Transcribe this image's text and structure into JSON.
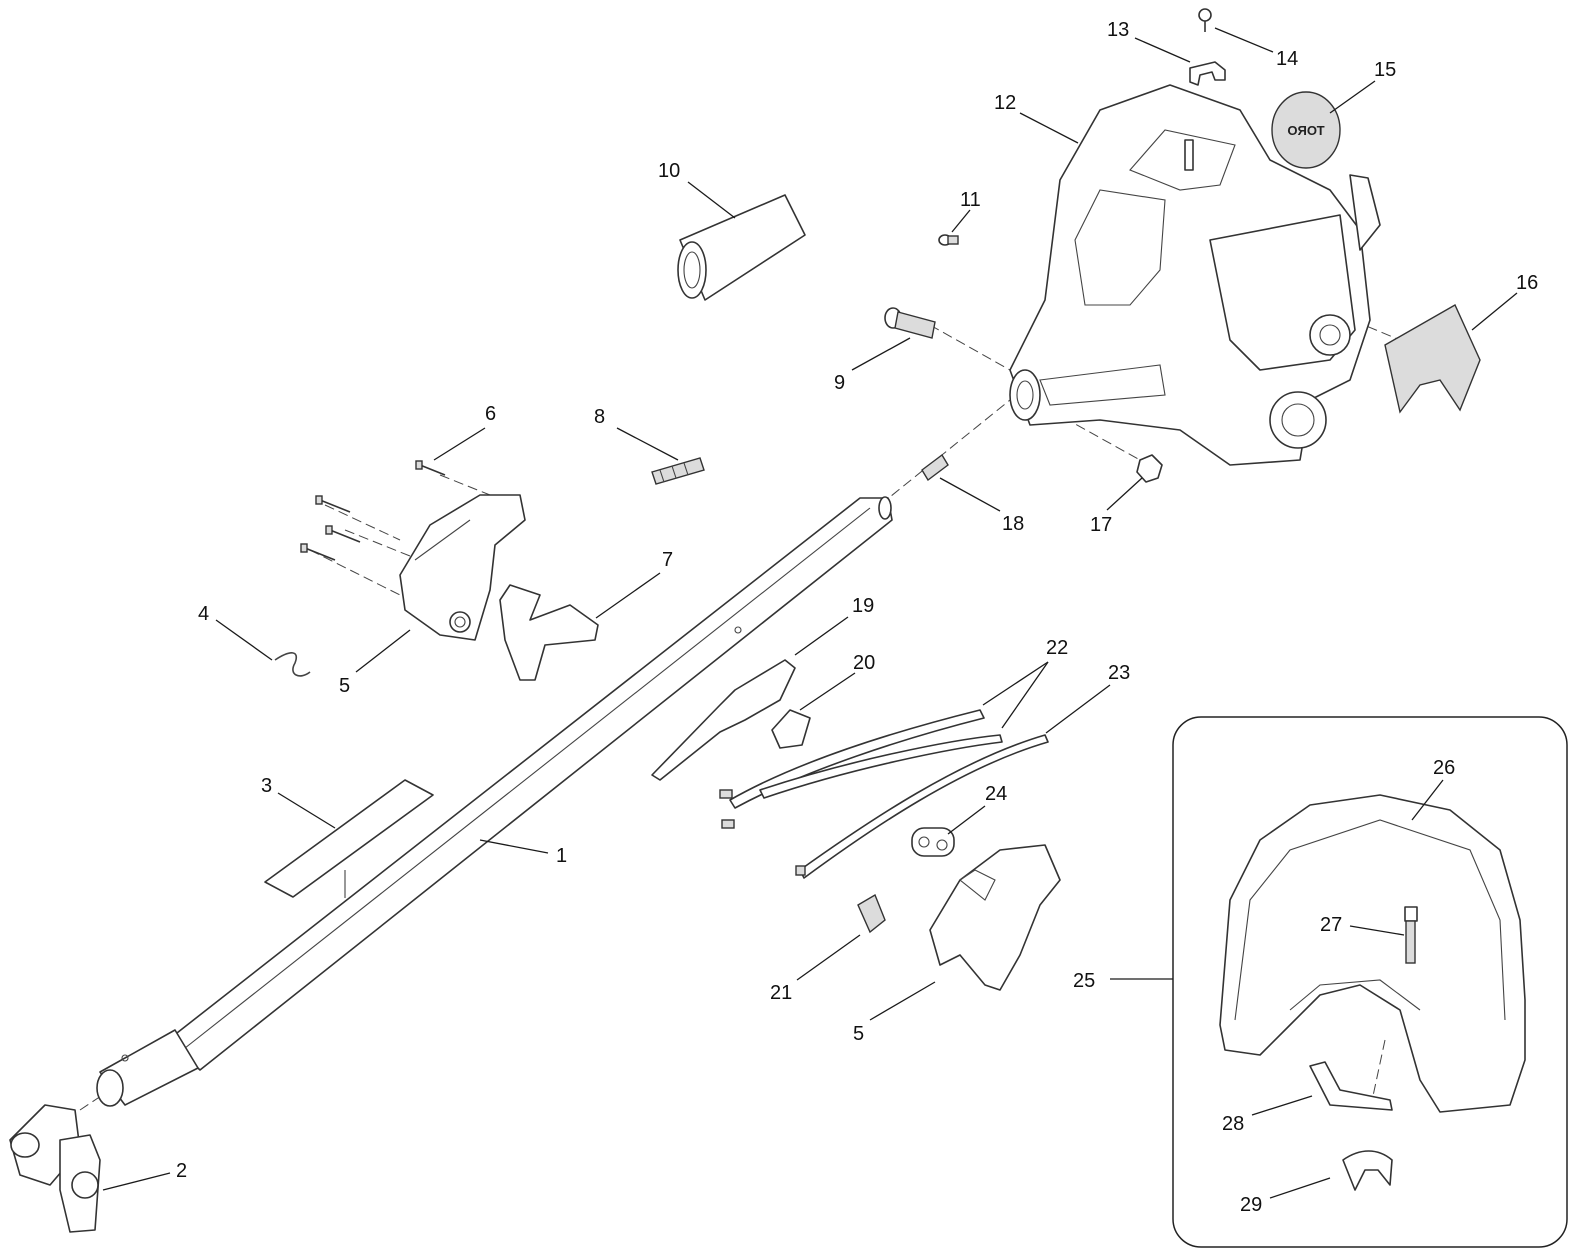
{
  "callouts": {
    "c1": "1",
    "c2": "2",
    "c3": "3",
    "c4": "4",
    "c5a": "5",
    "c5b": "5",
    "c6": "6",
    "c7": "7",
    "c8": "8",
    "c9": "9",
    "c10": "10",
    "c11": "11",
    "c12": "12",
    "c13": "13",
    "c14": "14",
    "c15": "15",
    "c16": "16",
    "c17": "17",
    "c18": "18",
    "c19": "19",
    "c20": "20",
    "c21": "21",
    "c22": "22",
    "c23": "23",
    "c24": "24",
    "c25": "25",
    "c26": "26",
    "c27": "27",
    "c28": "28",
    "c29": "29"
  },
  "logo": {
    "text": "TORO",
    "shown_mirrored": true
  },
  "colors": {
    "line": "#333333",
    "background": "#ffffff"
  }
}
